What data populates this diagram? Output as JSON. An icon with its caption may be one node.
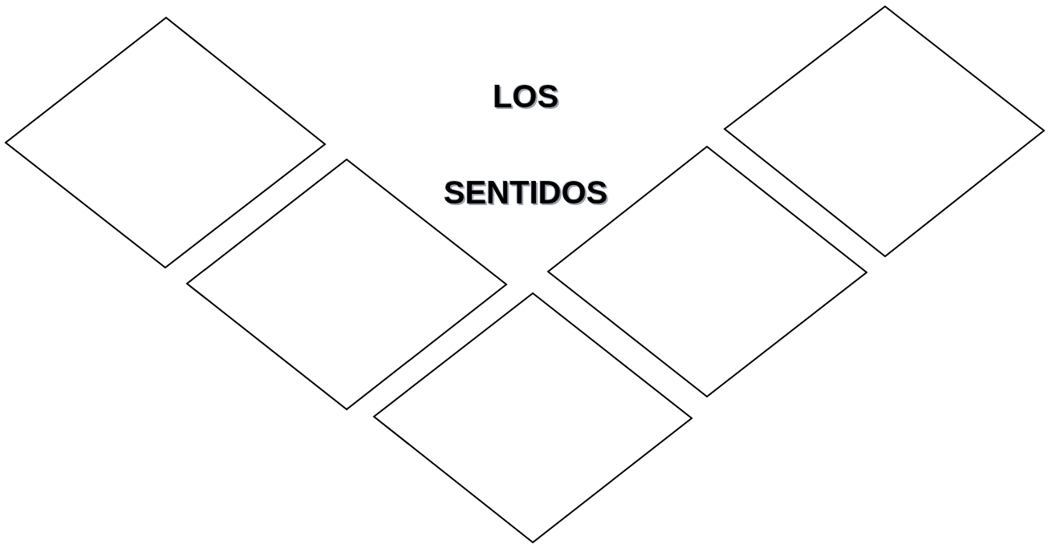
{
  "diagram": {
    "title": "LOS SENTIDOS",
    "nodes": [
      {
        "text": [],
        "shape": "diamond"
      },
      {
        "text": [],
        "shape": "diamond"
      },
      {
        "text": [],
        "shape": "diamond"
      },
      {
        "text": [],
        "shape": "diamond"
      },
      {
        "text": [],
        "shape": "diamond"
      }
    ],
    "edges": []
  }
}
